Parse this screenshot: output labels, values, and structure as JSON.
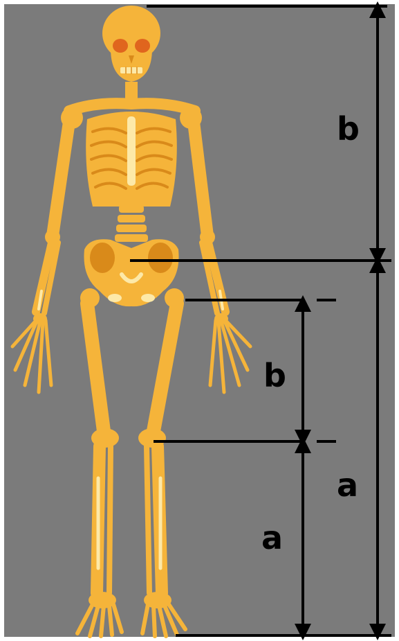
{
  "colors": {
    "frame": "#ffffff",
    "background": "#7b7b7b",
    "bone": "#f5b43a",
    "bone_highlight": "#fde9a8",
    "bone_shadow": "#d98a1a",
    "eye": "#e0651e",
    "measure_line": "#000000"
  },
  "labels": {
    "upper_body": "b",
    "lower_body": "a",
    "thigh": "b",
    "shin": "a"
  },
  "icons": {
    "figure": "skeleton-front-view",
    "arrows": "double-headed-arrow"
  }
}
